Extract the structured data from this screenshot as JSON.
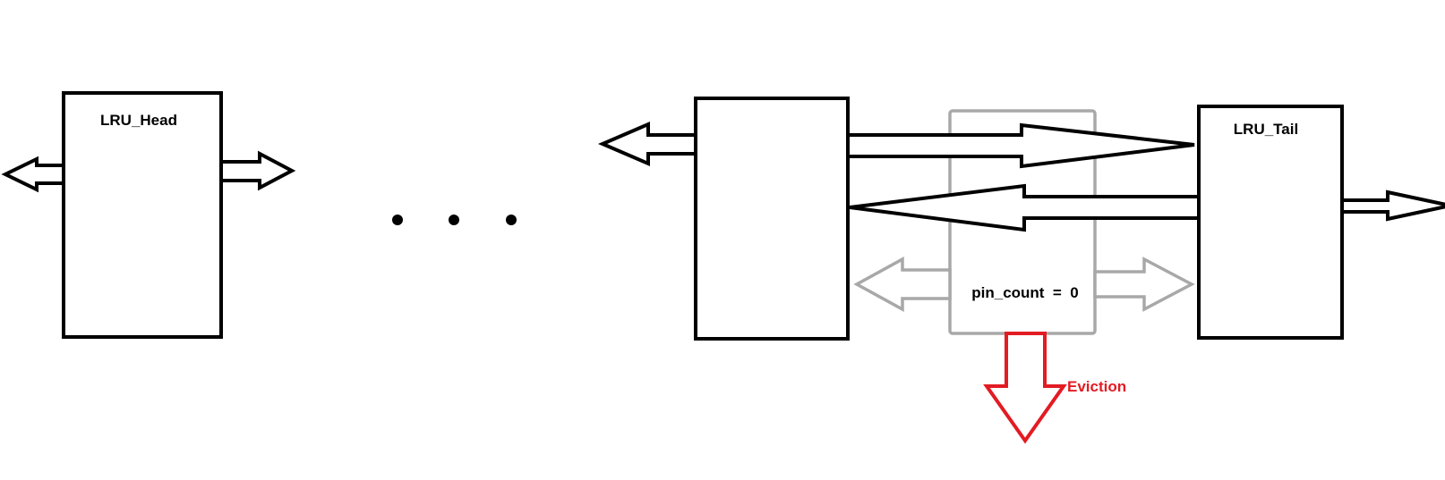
{
  "diagram": {
    "lru_head": {
      "label": "LRU_Head"
    },
    "lru_tail": {
      "label": "LRU_Tail"
    },
    "victim_node": {
      "label": "pin_count  =  0"
    },
    "eviction": {
      "label": "Eviction",
      "color": "#e31b23"
    },
    "colors": {
      "stroke": "#000000",
      "victim_stroke": "#a8a8a8",
      "background": "#ffffff"
    }
  }
}
